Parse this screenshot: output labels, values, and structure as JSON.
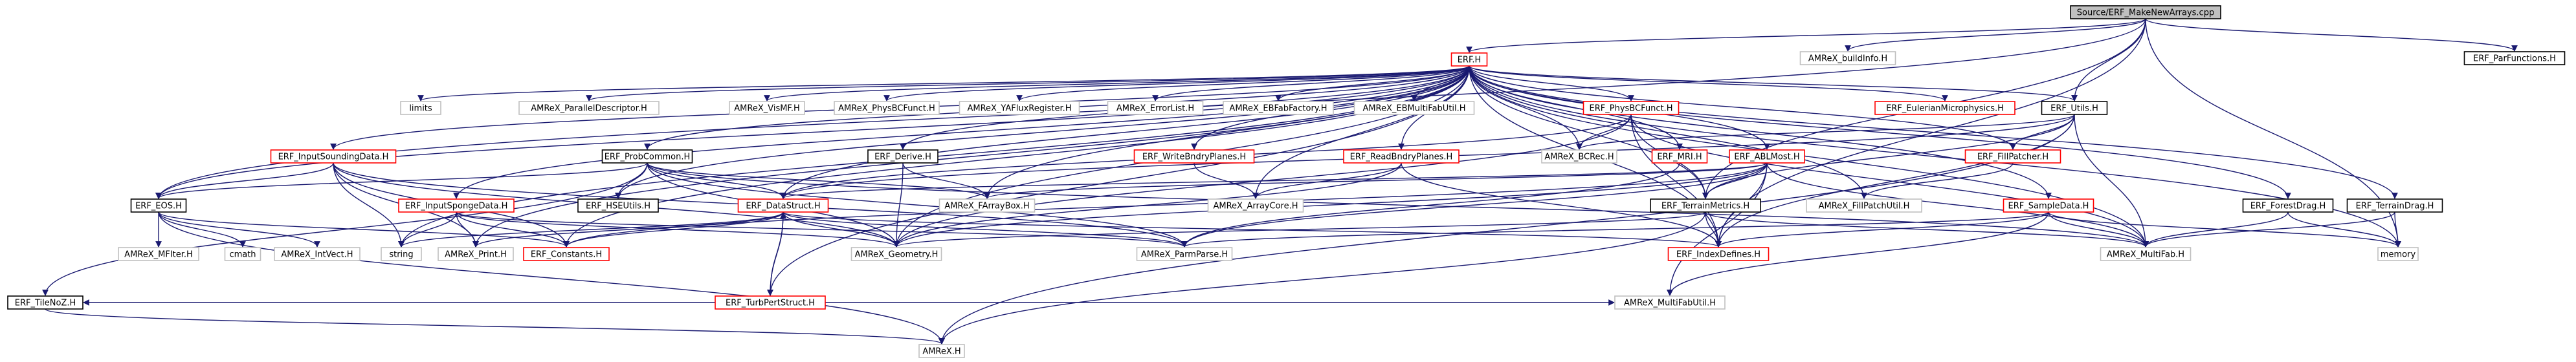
{
  "colors": {
    "edge": "#191970",
    "node_border_default": "#000000",
    "node_border_broken": "#ff0000",
    "node_border_external": "#bfbfbf",
    "node_fill_root": "#bfbfbf",
    "node_fill": "#ffffff"
  },
  "nodes": [
    {
      "id": "root",
      "label": "Source/ERF_MakeNewArrays.cpp",
      "style": "root"
    },
    {
      "id": "erf_h",
      "label": "ERF.H",
      "style": "broken"
    },
    {
      "id": "buildinfo",
      "label": "AMReX_buildInfo.H",
      "style": "external"
    },
    {
      "id": "parfunctions",
      "label": "ERF_ParFunctions.H",
      "style": "normal"
    },
    {
      "id": "limits",
      "label": "limits",
      "style": "external"
    },
    {
      "id": "pardesc",
      "label": "AMReX_ParallelDescriptor.H",
      "style": "external"
    },
    {
      "id": "vismf",
      "label": "AMReX_VisMF.H",
      "style": "external"
    },
    {
      "id": "physbcfunct",
      "label": "AMReX_PhysBCFunct.H",
      "style": "external"
    },
    {
      "id": "yafluxreg",
      "label": "AMReX_YAFluxRegister.H",
      "style": "external"
    },
    {
      "id": "errorlist",
      "label": "AMReX_ErrorList.H",
      "style": "external"
    },
    {
      "id": "ebfabfactory",
      "label": "AMReX_EBFabFactory.H",
      "style": "external"
    },
    {
      "id": "ebmultifabutil",
      "label": "AMReX_EBMultiFabUtil.H",
      "style": "external"
    },
    {
      "id": "erf_physbcfunct",
      "label": "ERF_PhysBCFunct.H",
      "style": "broken"
    },
    {
      "id": "eulerian",
      "label": "ERF_EulerianMicrophysics.H",
      "style": "broken"
    },
    {
      "id": "erf_utils",
      "label": "ERF_Utils.H",
      "style": "normal"
    },
    {
      "id": "inputsounding",
      "label": "ERF_InputSoundingData.H",
      "style": "broken"
    },
    {
      "id": "probcommon",
      "label": "ERF_ProbCommon.H",
      "style": "normal"
    },
    {
      "id": "derive",
      "label": "ERF_Derive.H",
      "style": "normal"
    },
    {
      "id": "writebndry",
      "label": "ERF_WriteBndryPlanes.H",
      "style": "broken"
    },
    {
      "id": "readbndry",
      "label": "ERF_ReadBndryPlanes.H",
      "style": "broken"
    },
    {
      "id": "bcrec",
      "label": "AMReX_BCRec.H",
      "style": "external"
    },
    {
      "id": "mri",
      "label": "ERF_MRI.H",
      "style": "broken"
    },
    {
      "id": "ablmost",
      "label": "ERF_ABLMost.H",
      "style": "broken"
    },
    {
      "id": "fillpatcher",
      "label": "ERF_FillPatcher.H",
      "style": "broken"
    },
    {
      "id": "eos",
      "label": "ERF_EOS.H",
      "style": "normal"
    },
    {
      "id": "inputsponge",
      "label": "ERF_InputSpongeData.H",
      "style": "broken"
    },
    {
      "id": "hseutils",
      "label": "ERF_HSEUtils.H",
      "style": "normal"
    },
    {
      "id": "datastruct",
      "label": "ERF_DataStruct.H",
      "style": "broken"
    },
    {
      "id": "farraybox",
      "label": "AMReX_FArrayBox.H",
      "style": "external"
    },
    {
      "id": "arrcore",
      "label": "AMReX_ArrayCore.H",
      "style": "external"
    },
    {
      "id": "terrainmetrics",
      "label": "ERF_TerrainMetrics.H",
      "style": "normal"
    },
    {
      "id": "fillpatchutil",
      "label": "AMReX_FillPatchUtil.H",
      "style": "external"
    },
    {
      "id": "sampledata",
      "label": "ERF_SampleData.H",
      "style": "broken"
    },
    {
      "id": "forestdrag",
      "label": "ERF_ForestDrag.H",
      "style": "normal"
    },
    {
      "id": "terraindrag",
      "label": "ERF_TerrainDrag.H",
      "style": "normal"
    },
    {
      "id": "mfiter",
      "label": "AMReX_MFIter.H",
      "style": "external"
    },
    {
      "id": "cmath",
      "label": "cmath",
      "style": "external"
    },
    {
      "id": "intvect",
      "label": "AMReX_IntVect.H",
      "style": "external"
    },
    {
      "id": "string",
      "label": "string",
      "style": "external"
    },
    {
      "id": "print",
      "label": "AMReX_Print.H",
      "style": "external"
    },
    {
      "id": "constants",
      "label": "ERF_Constants.H",
      "style": "broken"
    },
    {
      "id": "geometry",
      "label": "AMReX_Geometry.H",
      "style": "external"
    },
    {
      "id": "parmparse",
      "label": "AMReX_ParmParse.H",
      "style": "external"
    },
    {
      "id": "indexdefines",
      "label": "ERF_IndexDefines.H",
      "style": "broken"
    },
    {
      "id": "multifab",
      "label": "AMReX_MultiFab.H",
      "style": "external"
    },
    {
      "id": "memory",
      "label": "memory",
      "style": "external"
    },
    {
      "id": "turbpert",
      "label": "ERF_TurbPertStruct.H",
      "style": "broken"
    },
    {
      "id": "tilenoz",
      "label": "ERF_TileNoZ.H",
      "style": "normal"
    },
    {
      "id": "multifabutil",
      "label": "AMReX_MultiFabUtil.H",
      "style": "external"
    },
    {
      "id": "amrex_h",
      "label": "AMReX.H",
      "style": "external"
    }
  ],
  "edges": [
    [
      "root",
      "erf_h"
    ],
    [
      "root",
      "buildinfo"
    ],
    [
      "root",
      "parfunctions"
    ],
    [
      "root",
      "erf_utils"
    ],
    [
      "root",
      "eos"
    ],
    [
      "root",
      "memory"
    ],
    [
      "root",
      "indexdefines"
    ],
    [
      "root",
      "terrainmetrics"
    ],
    [
      "erf_h",
      "limits"
    ],
    [
      "erf_h",
      "pardesc"
    ],
    [
      "erf_h",
      "vismf"
    ],
    [
      "erf_h",
      "physbcfunct"
    ],
    [
      "erf_h",
      "yafluxreg"
    ],
    [
      "erf_h",
      "errorlist"
    ],
    [
      "erf_h",
      "ebfabfactory"
    ],
    [
      "erf_h",
      "ebmultifabutil"
    ],
    [
      "erf_h",
      "erf_physbcfunct"
    ],
    [
      "erf_h",
      "eulerian"
    ],
    [
      "erf_h",
      "erf_utils"
    ],
    [
      "erf_h",
      "inputsounding"
    ],
    [
      "erf_h",
      "probcommon"
    ],
    [
      "erf_h",
      "derive"
    ],
    [
      "erf_h",
      "writebndry"
    ],
    [
      "erf_h",
      "readbndry"
    ],
    [
      "erf_h",
      "mri"
    ],
    [
      "erf_h",
      "ablmost"
    ],
    [
      "erf_h",
      "fillpatcher"
    ],
    [
      "erf_h",
      "inputsponge"
    ],
    [
      "erf_h",
      "datastruct"
    ],
    [
      "erf_h",
      "terrainmetrics"
    ],
    [
      "erf_h",
      "fillpatchutil"
    ],
    [
      "erf_h",
      "sampledata"
    ],
    [
      "erf_h",
      "forestdrag"
    ],
    [
      "erf_h",
      "terraindrag"
    ],
    [
      "erf_h",
      "memory"
    ],
    [
      "erf_h",
      "multifab"
    ],
    [
      "erf_h",
      "string"
    ],
    [
      "erf_h",
      "geometry"
    ],
    [
      "erf_h",
      "turbpert"
    ],
    [
      "erf_h",
      "eos"
    ],
    [
      "erf_h",
      "hseutils"
    ],
    [
      "erf_h",
      "constants"
    ],
    [
      "erf_h",
      "print"
    ],
    [
      "erf_h",
      "indexdefines"
    ],
    [
      "erf_h",
      "bcrec"
    ],
    [
      "erf_h",
      "arrcore"
    ],
    [
      "erf_h",
      "farraybox"
    ],
    [
      "erf_physbcfunct",
      "datastruct"
    ],
    [
      "erf_physbcfunct",
      "bcrec"
    ],
    [
      "erf_physbcfunct",
      "geometry"
    ],
    [
      "erf_physbcfunct",
      "indexdefines"
    ],
    [
      "erf_physbcfunct",
      "multifab"
    ],
    [
      "erf_physbcfunct",
      "terrainmetrics"
    ],
    [
      "erf_utils",
      "bcrec"
    ],
    [
      "erf_utils",
      "multifab"
    ],
    [
      "erf_utils",
      "indexdefines"
    ],
    [
      "erf_utils",
      "datastruct"
    ],
    [
      "erf_utils",
      "terrainmetrics"
    ],
    [
      "erf_utils",
      "fillpatcher"
    ],
    [
      "erf_utils",
      "amrex_h"
    ],
    [
      "inputsounding",
      "eos"
    ],
    [
      "inputsounding",
      "string"
    ],
    [
      "inputsounding",
      "print"
    ],
    [
      "inputsounding",
      "parmparse"
    ],
    [
      "inputsounding",
      "constants"
    ],
    [
      "inputsounding",
      "geometry"
    ],
    [
      "probcommon",
      "eos"
    ],
    [
      "probcommon",
      "hseutils"
    ],
    [
      "probcommon",
      "datastruct"
    ],
    [
      "probcommon",
      "geometry"
    ],
    [
      "probcommon",
      "farraybox"
    ],
    [
      "probcommon",
      "multifab"
    ],
    [
      "probcommon",
      "parmparse"
    ],
    [
      "probcommon",
      "tilenoz"
    ],
    [
      "derive",
      "farraybox"
    ],
    [
      "derive",
      "geometry"
    ],
    [
      "writebndry",
      "arrcore"
    ],
    [
      "readbndry",
      "arrcore"
    ],
    [
      "readbndry",
      "indexdefines"
    ],
    [
      "readbndry",
      "geometry"
    ],
    [
      "mri",
      "parmparse"
    ],
    [
      "ablmost",
      "datastruct"
    ],
    [
      "ablmost",
      "multifab"
    ],
    [
      "ablmost",
      "geometry"
    ],
    [
      "ablmost",
      "indexdefines"
    ],
    [
      "ablmost",
      "terrainmetrics"
    ],
    [
      "ablmost",
      "farraybox"
    ],
    [
      "ablmost",
      "multifabutil"
    ],
    [
      "ablmost",
      "parmparse"
    ],
    [
      "ablmost",
      "constants"
    ],
    [
      "fillpatcher",
      "fillpatchutil"
    ],
    [
      "eos",
      "mfiter"
    ],
    [
      "eos",
      "cmath"
    ],
    [
      "eos",
      "intvect"
    ],
    [
      "eos",
      "constants"
    ],
    [
      "eos",
      "amrex_h"
    ],
    [
      "inputsponge",
      "string"
    ],
    [
      "inputsponge",
      "print"
    ],
    [
      "inputsponge",
      "parmparse"
    ],
    [
      "inputsponge",
      "constants"
    ],
    [
      "inputsponge",
      "geometry"
    ],
    [
      "datastruct",
      "string"
    ],
    [
      "datastruct",
      "print"
    ],
    [
      "datastruct",
      "constants"
    ],
    [
      "datastruct",
      "geometry"
    ],
    [
      "datastruct",
      "parmparse"
    ],
    [
      "datastruct",
      "indexdefines"
    ],
    [
      "datastruct",
      "turbpert"
    ],
    [
      "terrainmetrics",
      "indexdefines"
    ],
    [
      "terrainmetrics",
      "geometry"
    ],
    [
      "terrainmetrics",
      "multifab"
    ],
    [
      "terrainmetrics",
      "amrex_h"
    ],
    [
      "sampledata",
      "indexdefines"
    ],
    [
      "sampledata",
      "multifab"
    ],
    [
      "sampledata",
      "memory"
    ],
    [
      "sampledata",
      "multifabutil"
    ],
    [
      "sampledata",
      "parmparse"
    ],
    [
      "forestdrag",
      "memory"
    ],
    [
      "forestdrag",
      "multifab"
    ],
    [
      "terraindrag",
      "memory"
    ],
    [
      "terraindrag",
      "multifab"
    ],
    [
      "turbpert",
      "datastruct"
    ],
    [
      "turbpert",
      "multifabutil"
    ],
    [
      "turbpert",
      "tilenoz"
    ],
    [
      "tilenoz",
      "amrex_h"
    ]
  ]
}
